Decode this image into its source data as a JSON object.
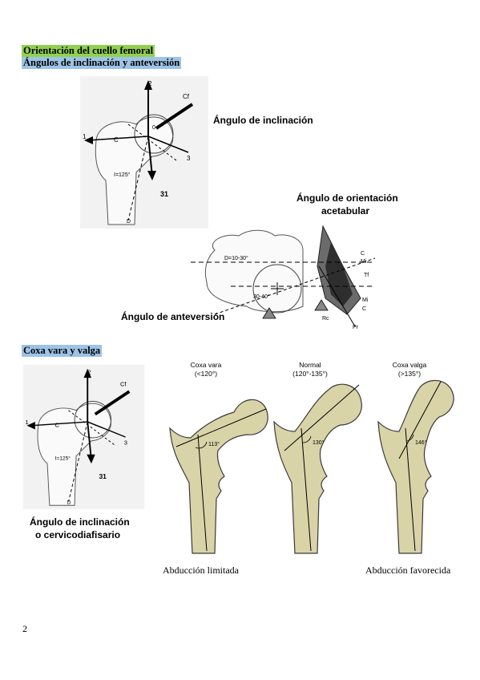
{
  "colors": {
    "highlight_green": "#92d050",
    "highlight_blue": "#9dc3e6",
    "bone_fill": "#d9d3a8",
    "bone_stroke": "#3a3a3a"
  },
  "heading1": "Orientación del cuello femoral",
  "heading2": "Ángulos de inclinación y anteversión",
  "label_inclination": "Ángulo de inclinación",
  "label_acetabular_1": "Ángulo de orientación",
  "label_acetabular_2": "acetabular",
  "label_anteversion": "Ángulo de anteversión",
  "heading3": "Coxa vara y valga",
  "label_cervico_1": "Ángulo de inclinación",
  "label_cervico_2": "o cervicodiafisario",
  "fig1": {
    "axis_1": "1",
    "axis_2": "2",
    "axis_3": "3",
    "cf": "Cf",
    "c": "C",
    "d": "D",
    "i": "I=125°",
    "o": "0",
    "num": "31"
  },
  "fig2": {
    "d_label": "D=10-30°",
    "angle": "30-40°",
    "c_top": "C",
    "mi_top": "Mi",
    "tf": "Tf",
    "mi_bottom": "Mi",
    "c_bottom": "C",
    "rc": "Rc",
    "pr": "Pr"
  },
  "coxa": {
    "vara_title": "Coxa vara",
    "vara_range": "(<120°)",
    "vara_angle": "113°",
    "normal_title": "Normal",
    "normal_range": "(120°-135°)",
    "normal_angle": "130°",
    "valga_title": "Coxa valga",
    "valga_range": "(>135°)",
    "valga_angle": "146°"
  },
  "caption_left": "Abducción limitada",
  "caption_right": "Abducción favorecida",
  "page_number": "2"
}
